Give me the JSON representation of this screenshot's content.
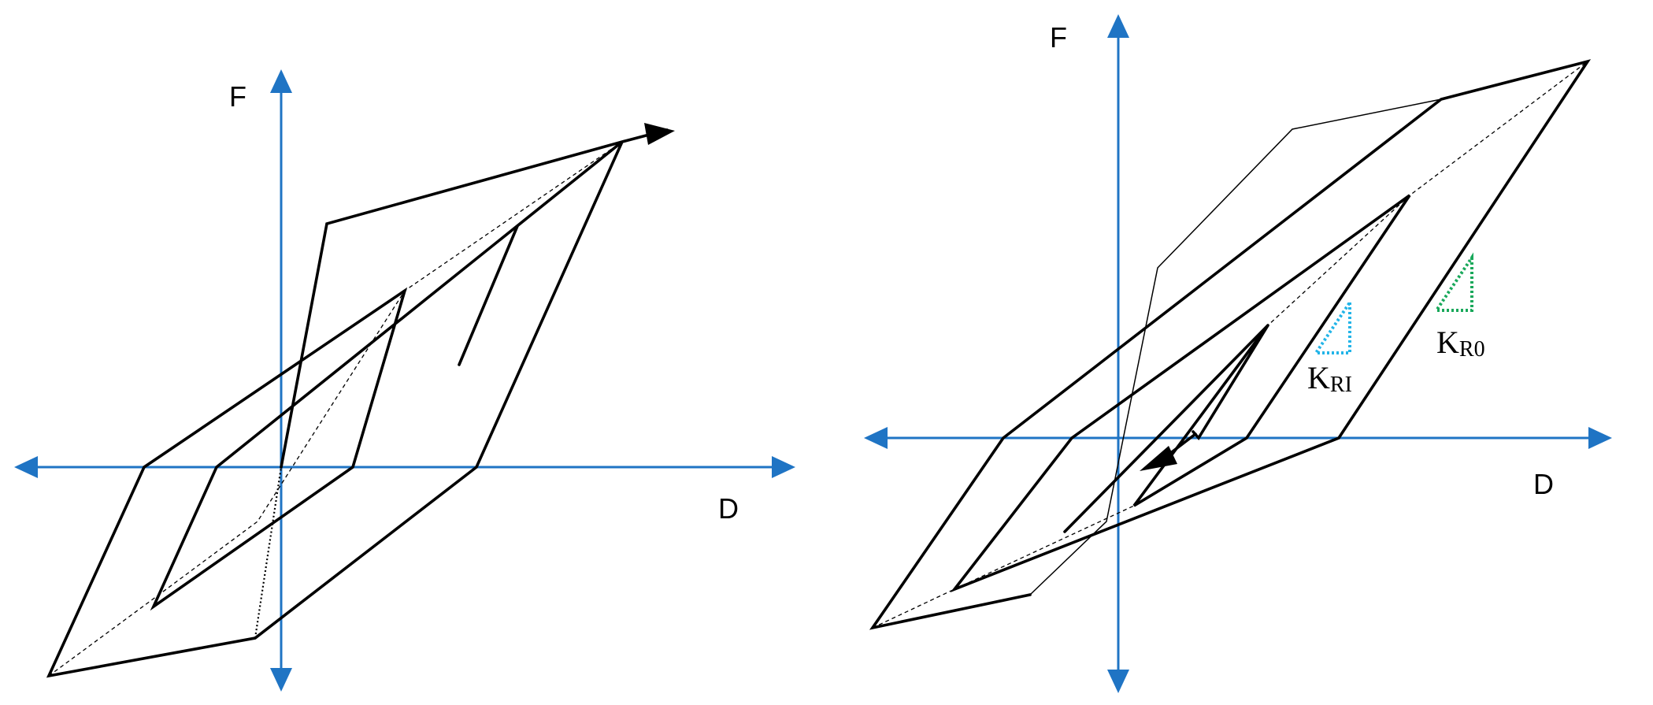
{
  "left_panel": {
    "y_axis_label": "F",
    "x_axis_label": "D"
  },
  "right_panel": {
    "y_axis_label": "F",
    "x_axis_label": "D",
    "stiffness_reload_initial": {
      "main": "K",
      "sub": "RI",
      "color": "#22b4e8"
    },
    "stiffness_reload_zero": {
      "main": "K",
      "sub": "R0",
      "color": "#18a85a"
    }
  },
  "colors": {
    "axis": "#1f74c4",
    "curve": "#000000"
  }
}
